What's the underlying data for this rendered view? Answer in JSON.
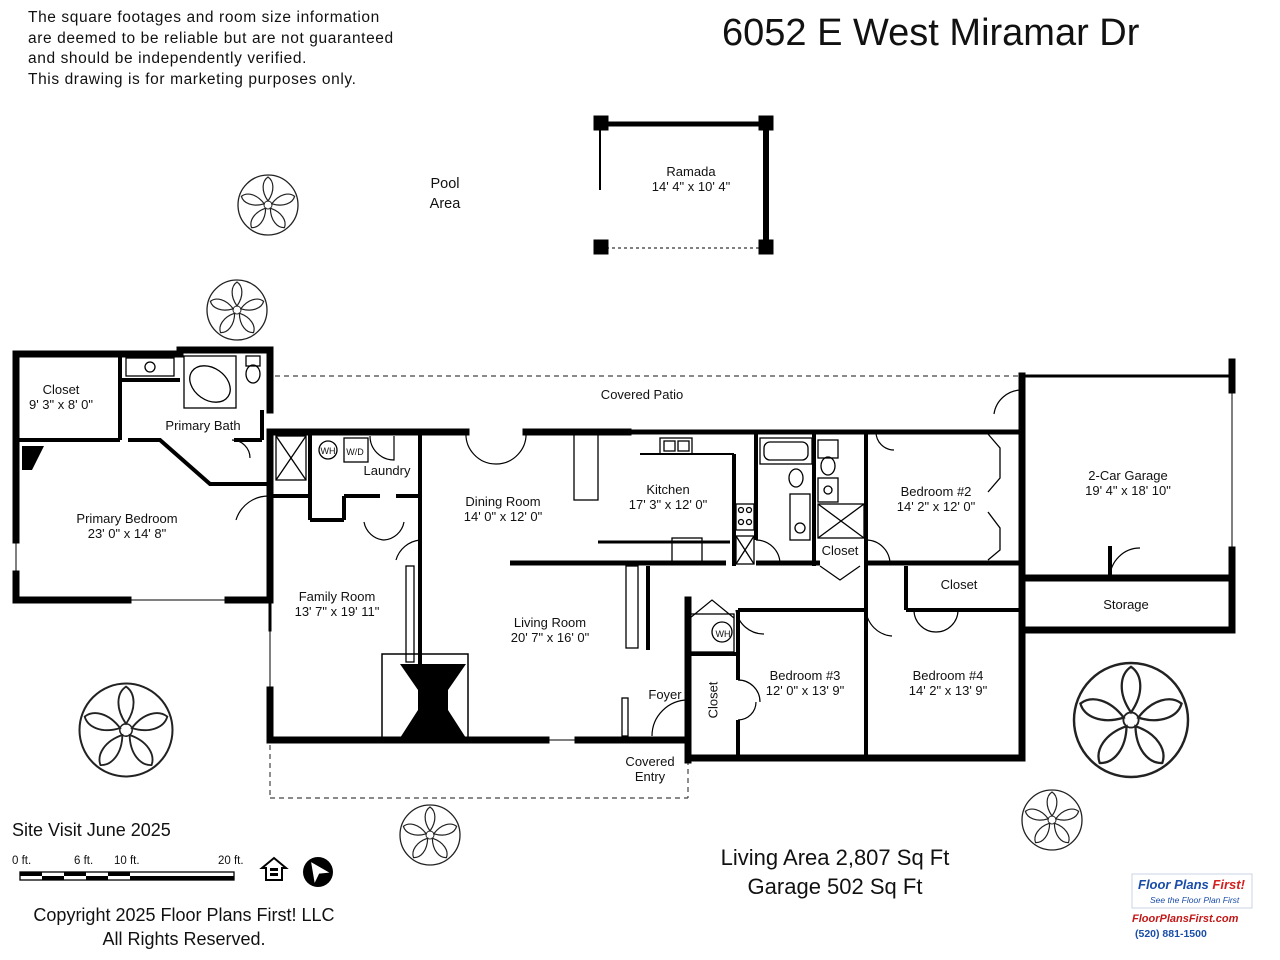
{
  "disclaimer": {
    "line1": "The square footages and room size information",
    "line2": "are deemed to be reliable but are not guaranteed",
    "line3": "and should be independently verified.",
    "line4": "This drawing is for marketing purposes only."
  },
  "address": "6052 E West Miramar Dr",
  "rooms": {
    "ramada": {
      "name": "Ramada",
      "size": "14' 4\" x 10' 4\""
    },
    "pool": {
      "line1": "Pool",
      "line2": "Area"
    },
    "covered_patio": {
      "name": "Covered Patio"
    },
    "closet_primary": {
      "name": "Closet",
      "size": "9' 3\" x 8' 0\""
    },
    "primary_bath": {
      "name": "Primary Bath"
    },
    "primary_bedroom": {
      "name": "Primary Bedroom",
      "size": "23' 0\" x 14' 8\""
    },
    "laundry": {
      "name": "Laundry"
    },
    "wh1": {
      "name": "WH"
    },
    "wd": {
      "name": "W/D"
    },
    "dining_room": {
      "name": "Dining Room",
      "size": "14' 0\" x 12' 0\""
    },
    "kitchen": {
      "name": "Kitchen",
      "size": "17' 3\" x 12' 0\""
    },
    "bedroom2": {
      "name": "Bedroom #2",
      "size": "14' 2\" x 12' 0\""
    },
    "closet_bath": {
      "name": "Closet"
    },
    "garage": {
      "name": "2-Car Garage",
      "size": "19' 4\" x 18' 10\""
    },
    "storage": {
      "name": "Storage"
    },
    "closet_bed4": {
      "name": "Closet"
    },
    "family_room": {
      "name": "Family Room",
      "size": "13' 7\" x 19' 11\""
    },
    "living_room": {
      "name": "Living Room",
      "size": "20' 7\" x 16' 0\""
    },
    "wh2": {
      "name": "WH"
    },
    "bedroom3": {
      "name": "Bedroom #3",
      "size": "12' 0\" x 13' 9\""
    },
    "bedroom4": {
      "name": "Bedroom #4",
      "size": "14' 2\" x 13' 9\""
    },
    "closet_bed3": {
      "name": "Closet"
    },
    "foyer": {
      "name": "Foyer"
    },
    "covered_entry": {
      "line1": "Covered",
      "line2": "Entry"
    }
  },
  "site_visit": "Site Visit June 2025",
  "scale": {
    "l0": "0 ft.",
    "l6": "6 ft.",
    "l10": "10 ft.",
    "l20": "20 ft."
  },
  "area": {
    "living": "Living Area 2,807 Sq Ft",
    "garage": "Garage 502 Sq Ft"
  },
  "copyright": {
    "line1": "Copyright 2025 Floor Plans First! LLC",
    "line2": "All Rights Reserved."
  },
  "brand": {
    "name_a": "Floor Plans ",
    "name_b": "First!",
    "tagline": "See the Floor Plan First",
    "url": "FloorPlansFirst.com",
    "phone": "(520) 881-1500"
  },
  "colors": {
    "wall": "#000000",
    "brand_blue": "#1a4da8",
    "brand_red": "#d42020"
  }
}
